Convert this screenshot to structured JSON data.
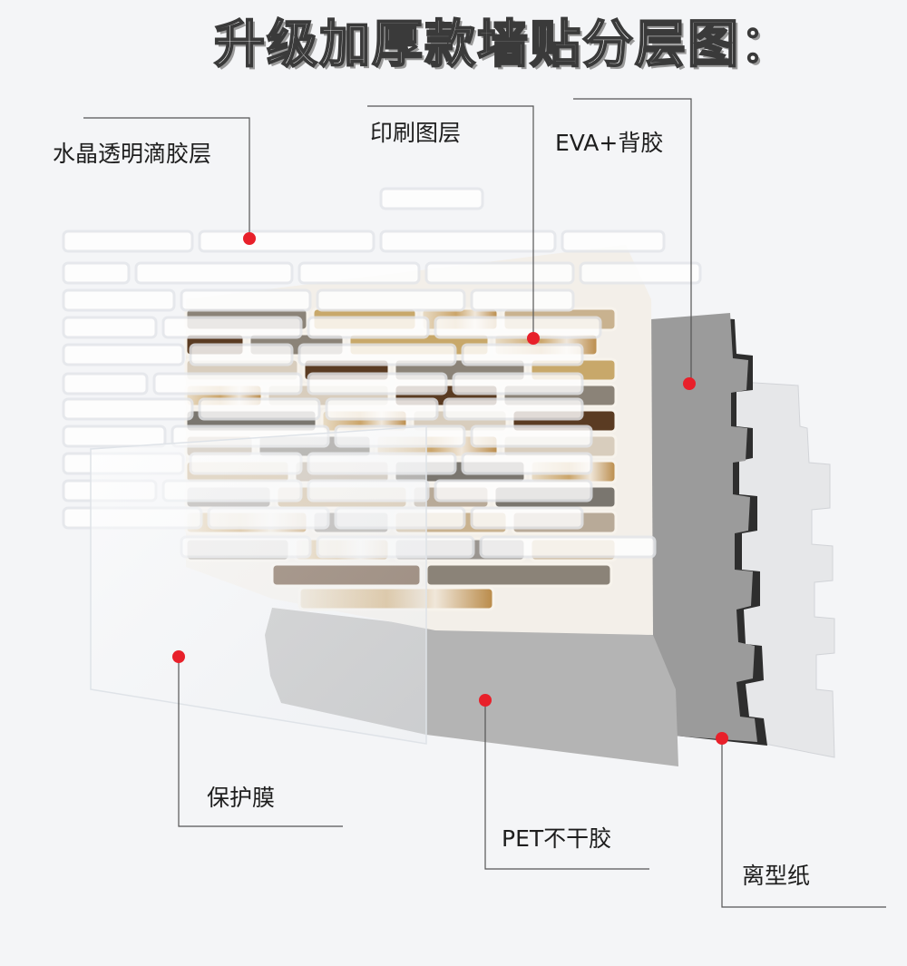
{
  "title": "升级加厚款墙贴分层图：",
  "layers": {
    "crystal": "水晶透明滴胶层",
    "print": "印刷图层",
    "eva": "EVA+背胶",
    "film": "保护膜",
    "pet": "PET不干胶",
    "release": "离型纸"
  },
  "colors": {
    "leader_line": "#555555",
    "dot": "#e8202a",
    "foam_gray": "#9b9b9b",
    "foam_edge": "#2e2e2e",
    "release_paper": "#e6e7e9",
    "pet_gray": "#b4b4b4",
    "tile_palette": [
      "#8b8378",
      "#b8aa98",
      "#5a3b22",
      "#c9b28f",
      "#d8cdbd",
      "#9a9590",
      "#e3dbcf",
      "#c8a86a",
      "#7a766f"
    ]
  }
}
